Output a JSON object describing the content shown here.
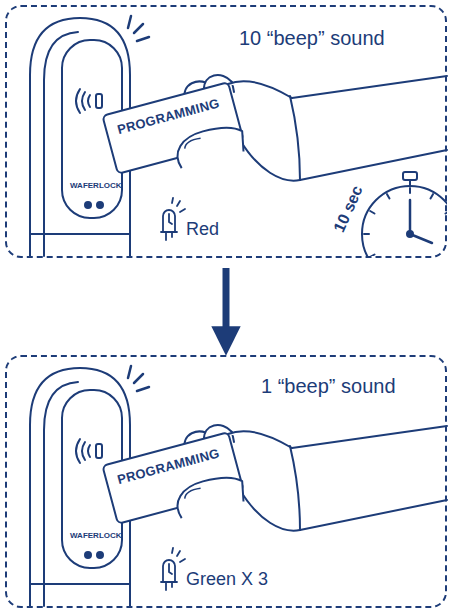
{
  "diagram": {
    "nodes": [
      {
        "text": [
          "10 “beep” sound",
          "Red"
        ]
      },
      {
        "text": [
          "PROGRAMMING"
        ],
        "in": 0
      },
      {
        "text": [
          "1 “beep” sound",
          "Green X 3"
        ]
      },
      {
        "text": [
          "PROGRAMMING"
        ],
        "in": 2
      }
    ],
    "edges": [
      {
        "from": 0,
        "to": 2,
        "arrow": "to"
      }
    ],
    "labels": [
      "WAFERLOCK",
      "10 sec",
      "WAFERLOCK"
    ]
  }
}
